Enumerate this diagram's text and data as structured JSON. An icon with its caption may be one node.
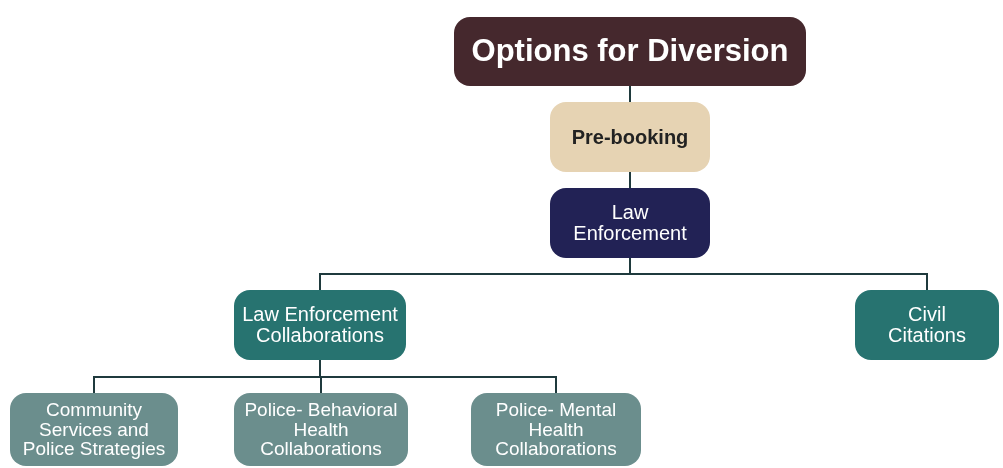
{
  "diagram": {
    "nodes": [
      {
        "text": [
          "Options for Diversion"
        ]
      },
      {
        "text": [
          "Pre-booking"
        ]
      },
      {
        "text": [
          "Law Enforcement"
        ]
      },
      {
        "text": [
          "Law Enforcement Collaborations"
        ]
      },
      {
        "text": [
          "Civil Citations"
        ]
      },
      {
        "text": [
          "Community Services and Police Strategies"
        ]
      },
      {
        "text": [
          "Police- Behavioral Health Collaborations"
        ]
      },
      {
        "text": [
          "Police- Mental Health Collaborations"
        ]
      }
    ],
    "edges": [
      {
        "from": 0,
        "to": 1,
        "arrow": "none"
      },
      {
        "from": 1,
        "to": 2,
        "arrow": "none"
      },
      {
        "from": 2,
        "to": 3,
        "arrow": "none"
      },
      {
        "from": 2,
        "to": 4,
        "arrow": "none"
      },
      {
        "from": 3,
        "to": 5,
        "arrow": "none"
      },
      {
        "from": 3,
        "to": 6,
        "arrow": "none"
      },
      {
        "from": 3,
        "to": 7,
        "arrow": "none"
      }
    ]
  }
}
